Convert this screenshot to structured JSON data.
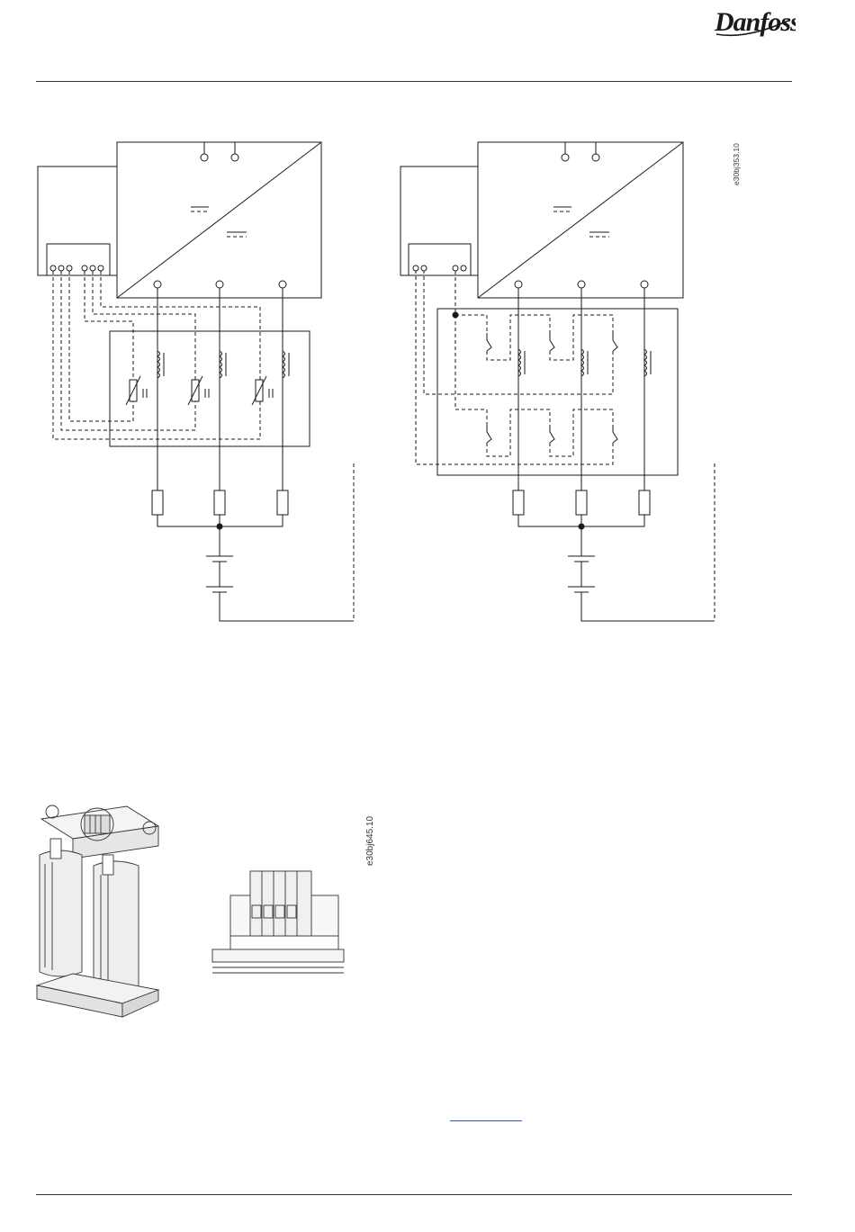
{
  "header": {
    "brand": "Danfoss"
  },
  "figures": {
    "wiring_left": {
      "code": ""
    },
    "wiring_right": {
      "code": "e30bj353.10"
    },
    "photo": {
      "code": "e30bj645.10"
    }
  },
  "colors": {
    "line": "#1a1a1a",
    "link": "#2a4fd6"
  }
}
